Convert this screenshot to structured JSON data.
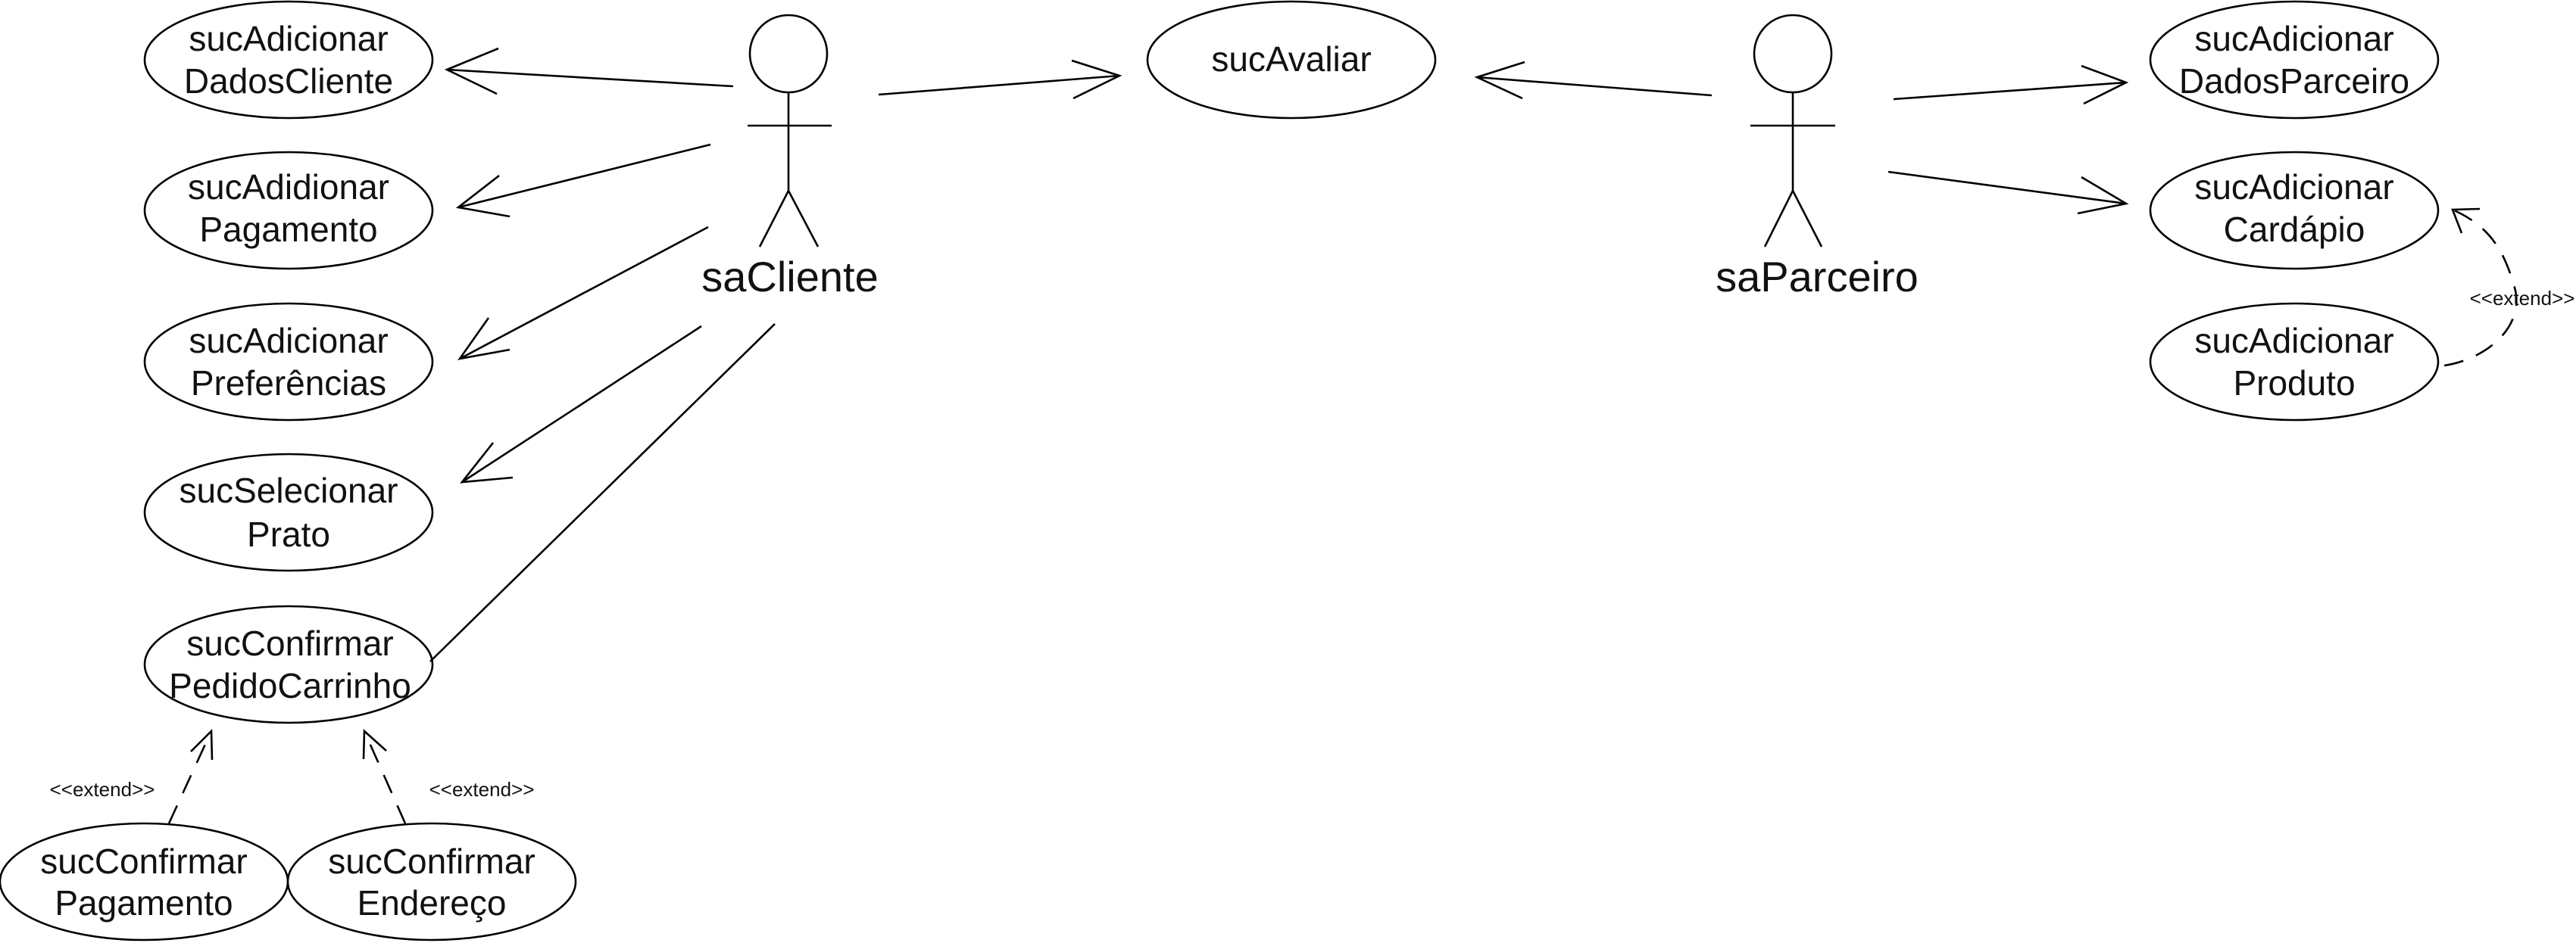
{
  "actors": {
    "cliente": "saCliente",
    "parceiro": "saParceiro"
  },
  "use_cases": {
    "adicionar_dados_cliente": [
      "sucAdicionar",
      "DadosCliente"
    ],
    "adidionar_pagamento": [
      "sucAdidionar",
      "Pagamento"
    ],
    "adicionar_preferencias": [
      "sucAdicionar",
      "Preferências"
    ],
    "selecionar_prato": [
      "sucSelecionar",
      "Prato"
    ],
    "confirmar_pedido_carrinho": [
      "sucConfirmar",
      "PedidoCarrinho"
    ],
    "confirmar_pagamento": [
      "sucConfirmar",
      "Pagamento"
    ],
    "confirmar_endereco": [
      "sucConfirmar",
      "Endereço"
    ],
    "avaliar": [
      "sucAvaliar"
    ],
    "adicionar_dados_parceiro": [
      "sucAdicionar",
      "DadosParceiro"
    ],
    "adicionar_cardapio": [
      "sucAdicionar",
      "Cardápio"
    ],
    "adicionar_produto": [
      "sucAdicionar",
      "Produto"
    ]
  },
  "stereotypes": {
    "extend": "<<extend>>"
  }
}
